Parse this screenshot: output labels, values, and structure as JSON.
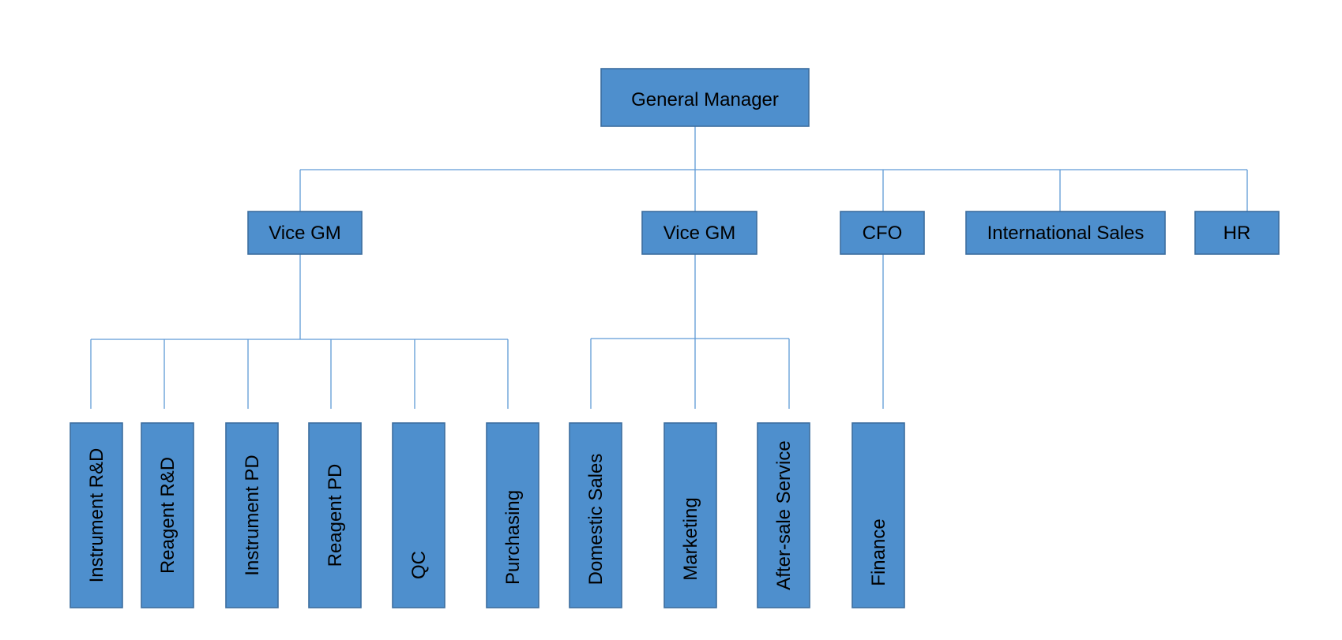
{
  "diagram": {
    "type": "org-chart",
    "box_color": "#4e8fcd",
    "box_border_color": "#3c6e9f",
    "connector_color": "#5f9ad6",
    "text_color": "#000000",
    "root": {
      "label": "General Manager",
      "children": [
        {
          "label": "Vice GM",
          "children": [
            {
              "label": "Instrument R&D"
            },
            {
              "label": "Reagent R&D"
            },
            {
              "label": "Instrument PD"
            },
            {
              "label": "Reagent PD"
            },
            {
              "label": "QC"
            },
            {
              "label": "Purchasing"
            }
          ]
        },
        {
          "label": "Vice GM",
          "children": [
            {
              "label": "Domestic Sales"
            },
            {
              "label": "Marketing"
            },
            {
              "label": "After-sale Service"
            }
          ]
        },
        {
          "label": "CFO",
          "children": [
            {
              "label": "Finance"
            }
          ]
        },
        {
          "label": "International Sales"
        },
        {
          "label": "HR"
        }
      ]
    }
  }
}
